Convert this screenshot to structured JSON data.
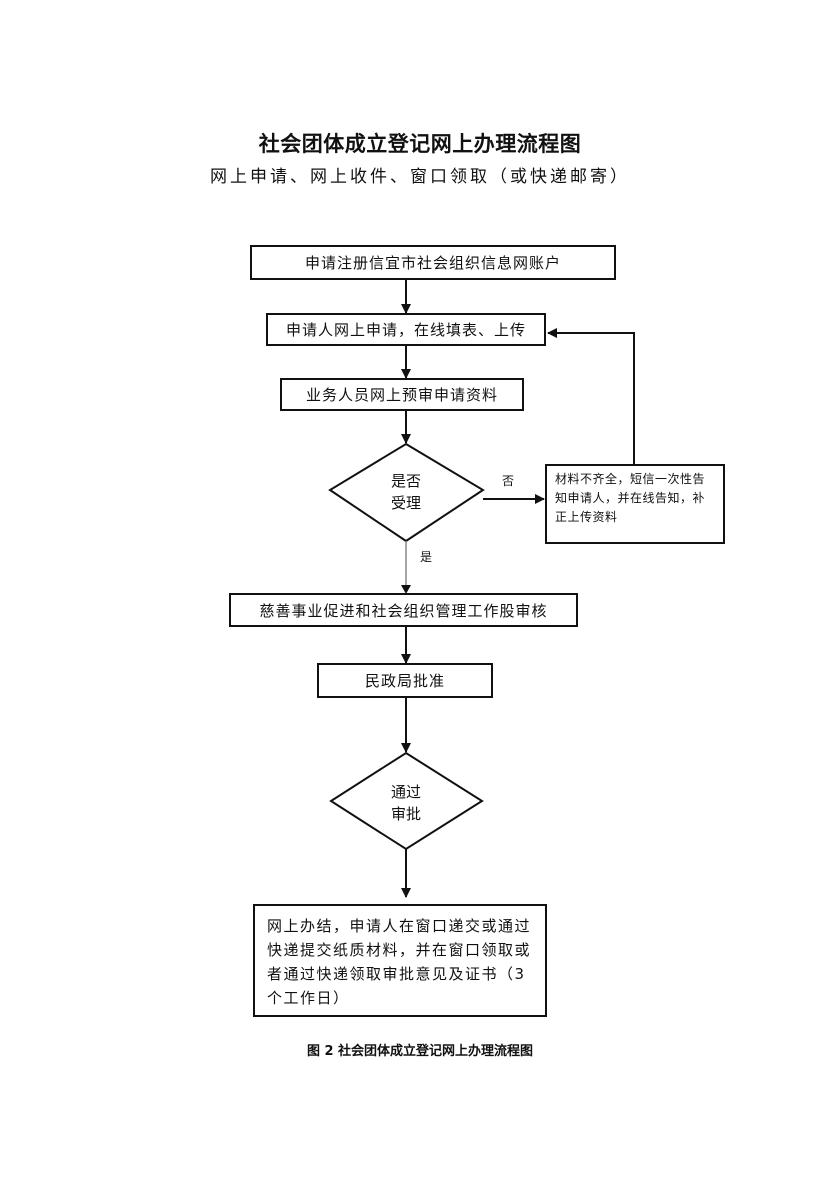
{
  "header": {
    "title": "社会团体成立登记网上办理流程图",
    "subtitle": "网上申请、网上收件、窗口领取（或快递邮寄）"
  },
  "flow": {
    "step1": "申请注册信宜市社会组织信息网账户",
    "step2": "申请人网上申请，在线填表、上传",
    "step3": "业务人员网上预审申请资料",
    "decision1": {
      "line1": "是否",
      "line2": "受理"
    },
    "no_label": "否",
    "yes_label": "是",
    "reject_note": "材料不齐全，短信一次性告知申请人，并在线告知，补正上传资料",
    "step4": "慈善事业促进和社会组织管理工作股审核",
    "step5": "民政局批准",
    "decision2": {
      "line1": "通过",
      "line2": "审批"
    },
    "final": "网上办结，申请人在窗口递交或通过快递提交纸质材料，并在窗口领取或者通过快递领取审批意见及证书（3个工作日）"
  },
  "caption": "图 2 社会团体成立登记网上办理流程图"
}
